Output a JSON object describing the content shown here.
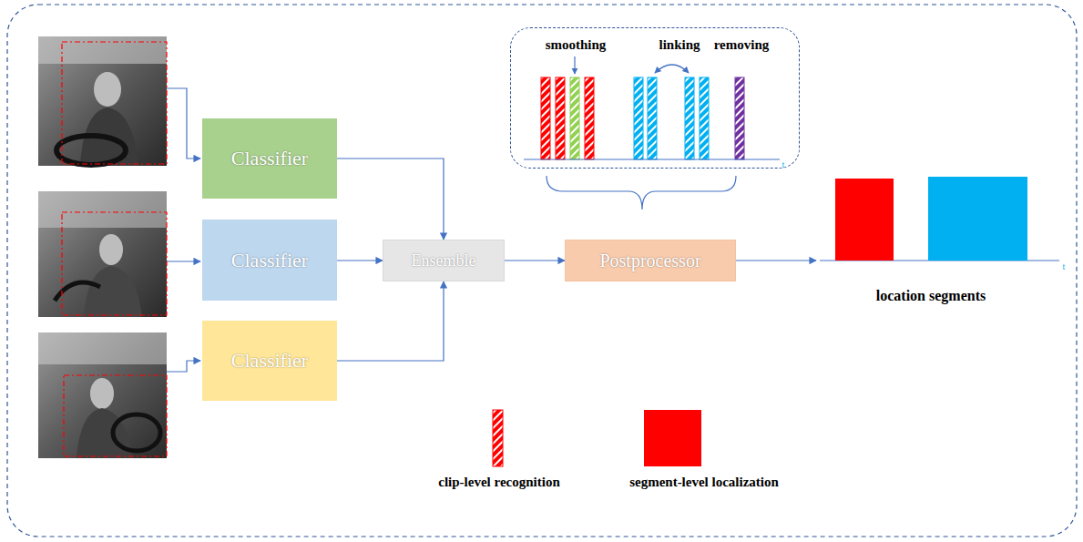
{
  "diagram": {
    "nodes": [
      {
        "text": [
          "Classifier"
        ]
      },
      {
        "text": [
          "Classifier"
        ]
      },
      {
        "text": [
          "Classifier"
        ]
      },
      {
        "text": [
          "Ensemble"
        ]
      },
      {
        "text": [
          "Postprocessor"
        ]
      },
      {
        "text": [
          "smoothing",
          "linking",
          "removing"
        ]
      }
    ],
    "edges": [
      {
        "from": 0,
        "to": 3,
        "arrow": "to"
      },
      {
        "from": 1,
        "to": 3,
        "arrow": "to"
      },
      {
        "from": 2,
        "to": 3,
        "arrow": "to"
      },
      {
        "from": 3,
        "to": 4,
        "arrow": "to"
      }
    ],
    "labels": [
      "t",
      "location segments",
      "t"
    ],
    "legend": [
      {
        "text": "clip-level recognition"
      },
      {
        "text": "segment-level localization",
        "color": "#ff0000"
      }
    ]
  }
}
